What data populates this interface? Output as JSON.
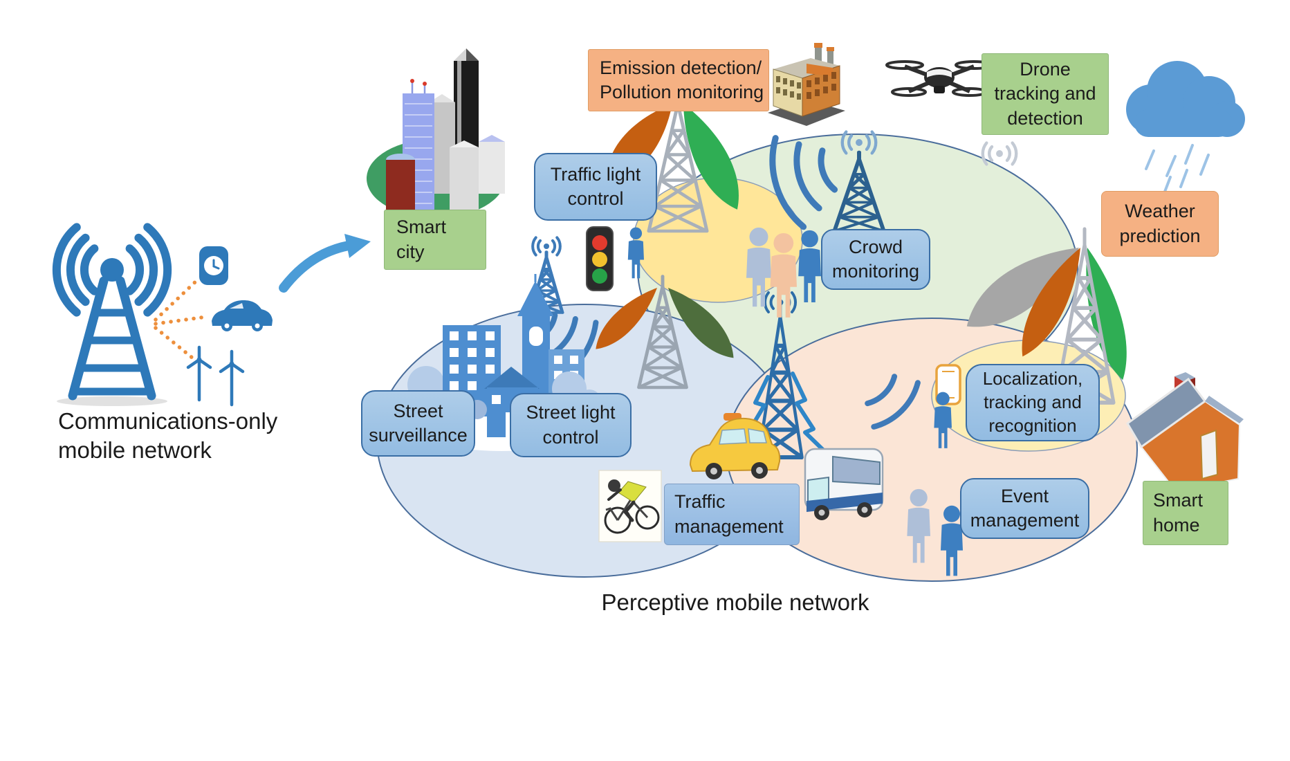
{
  "figure": {
    "title": "Perceptive mobile network",
    "left_caption": "Communications-only\nmobile network"
  },
  "labels": {
    "smart_city": "Smart\ncity",
    "emission_detection": "Emission detection/\nPollution monitoring",
    "drone_tracking": "Drone\ntracking and\ndetection",
    "weather_prediction": "Weather\nprediction",
    "traffic_light_control": "Traffic light\ncontrol",
    "crowd_monitoring": "Crowd\nmonitoring",
    "street_surveillance": "Street\nsurveillance",
    "street_light_control": "Street light\ncontrol",
    "traffic_management": "Traffic\nmanagement",
    "localization_tracking": "Localization,\ntracking and\nrecognition",
    "event_management": "Event\nmanagement",
    "smart_home": "Smart\nhome"
  },
  "colors": {
    "tower_blue": "#2e79b9",
    "ray_orange": "#ed8f3c",
    "arrow_blue": "#4b9cd7",
    "ellipse_green": "#e3efda",
    "ellipse_blue": "#d9e4f2",
    "ellipse_peach": "#fbe5d6",
    "ellipse_yellow": "#ffe699",
    "ellipse_cream": "#fdeeb5",
    "box_blue": "#9dc3e6",
    "box_blue_border": "#3a6ea5",
    "box_green": "#a8d08d",
    "box_orange": "#f5b183",
    "beam_orange": "#c55f11",
    "beam_green": "#2fae54",
    "beam_olive": "#4e6e3d",
    "beam_gray": "#a6a6a6",
    "cloud_blue": "#5b9bd5",
    "text": "#1b1b1b"
  },
  "icons": [
    "cell-tower-icon",
    "smartwatch-icon",
    "car-icon",
    "wind-turbines-icon",
    "transition-arrow",
    "smart-city-icon",
    "factory-icon",
    "lattice-tower-icon",
    "beam-petal",
    "drone-icon",
    "rain-cloud-icon",
    "traffic-light-icon",
    "person-icon",
    "city-silhouette-icon",
    "taxi-icon",
    "cyclist-icon",
    "bus-icon",
    "lightning-bolt-icon",
    "radio-waves-icon",
    "smartphone-icon",
    "smart-home-icon"
  ]
}
